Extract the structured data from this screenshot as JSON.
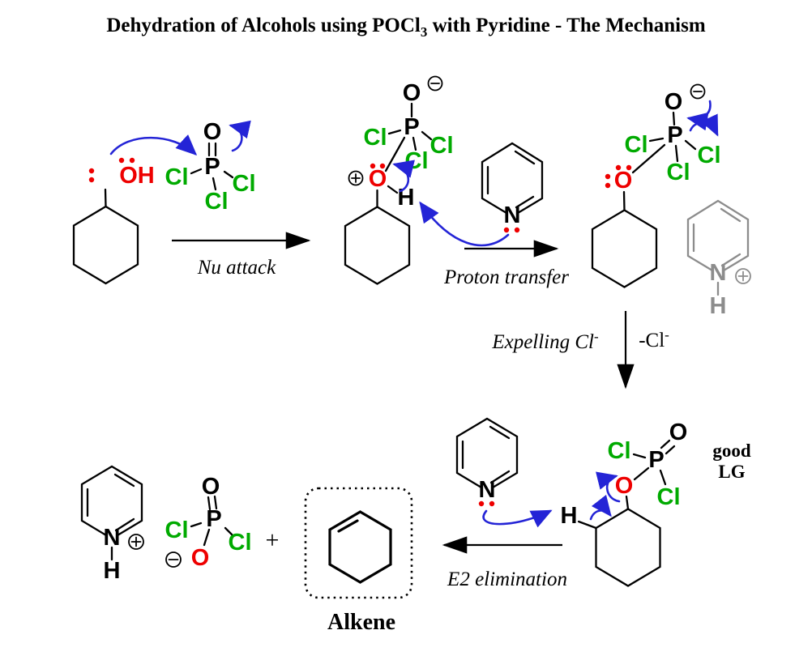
{
  "title": {
    "text_before_sub": "Dehydration of Alcohols using POCl",
    "subscript": "3",
    "text_after_sub": " with Pyridine - The Mechanism"
  },
  "atom_labels": {
    "oxygen": "O",
    "phosphorus": "P",
    "chlorine": "Cl",
    "hydrogen": "H",
    "nitrogen": "N",
    "hydroxyl": "OH"
  },
  "step_labels": {
    "step1": "Nu attack",
    "step2": "Proton transfer",
    "step3": "Expelling Cl",
    "step3_superscript": "-",
    "step3_side": "-Cl",
    "step3_side_superscript": "-",
    "step4": "E2 elimination"
  },
  "annotations": {
    "good_lg_line1": "good",
    "good_lg_line2": "LG",
    "product_label": "Alkene",
    "plus_sign": "+"
  },
  "icons": {
    "plus_charge": "circled plus",
    "minus_charge": "circled minus",
    "lone_pair_dots": "electron pair dots",
    "curved_arrow": "electron-pushing arrow"
  },
  "colors": {
    "bond_black": "#000000",
    "chlorine_green": "#00aa00",
    "oxygen_red": "#ee0000",
    "arrow_blue": "#2424d6",
    "spectator_gray": "#8c8c8c"
  }
}
